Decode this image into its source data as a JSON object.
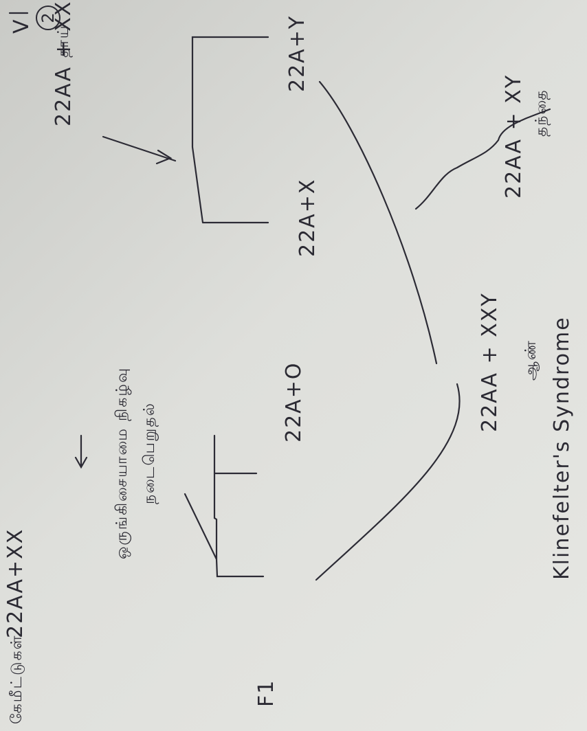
{
  "header": {
    "roman": "V",
    "circled_number": "2"
  },
  "mother": {
    "label": "தாய்",
    "genotype": "22AA + XX",
    "note_line1": "ஒருங்கிசையாமை நிகழ்வு",
    "note_line2": "நடைபெறுதல்"
  },
  "father": {
    "label": "தந்தை",
    "genotype": "22AA + XY"
  },
  "gametes": {
    "mother": [
      "22AA+XX",
      "22A+O"
    ],
    "father": [
      "22A+X",
      "22A+Y"
    ],
    "gamete_label": "கேமீட்டுகள்"
  },
  "generation": {
    "label": "F1"
  },
  "offspring": {
    "genotype": "22AA + XXY",
    "sex": "ஆண்",
    "syndrome": "Klinefelter's Syndrome"
  },
  "colors": {
    "paper": "#dedfdb",
    "ink": "#2b2a33"
  }
}
